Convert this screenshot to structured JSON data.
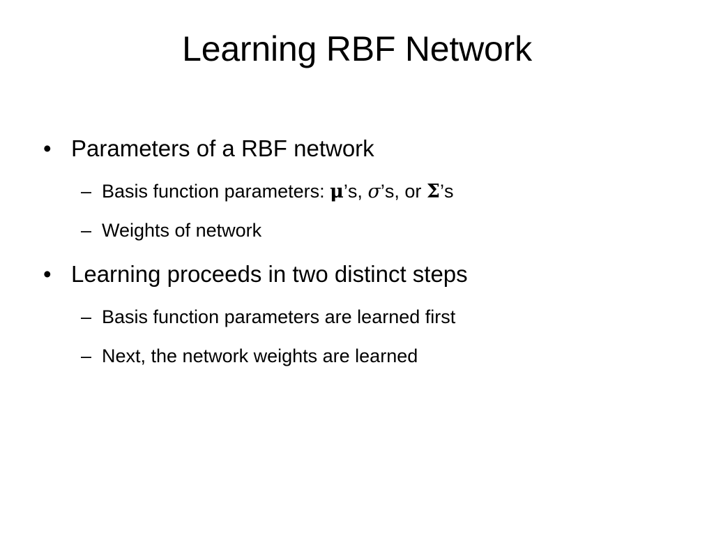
{
  "slide": {
    "title": "Learning RBF Network",
    "bullet_mark": "•",
    "dash_mark": "–",
    "bullets": [
      {
        "text": "Parameters of a RBF network",
        "subs": [
          {
            "prefix": "Basis function parameters: ",
            "mu": "μ",
            "after_mu": "’s, ",
            "sigma": "σ",
            "after_sigma": "’s, or ",
            "Sigma": "Σ",
            "after_Sigma": "’s"
          },
          {
            "text": "Weights of network"
          }
        ]
      },
      {
        "text": "Learning proceeds in two distinct steps",
        "subs": [
          {
            "text": "Basis function parameters are learned first"
          },
          {
            "text": "Next, the network weights are learned"
          }
        ]
      }
    ]
  }
}
